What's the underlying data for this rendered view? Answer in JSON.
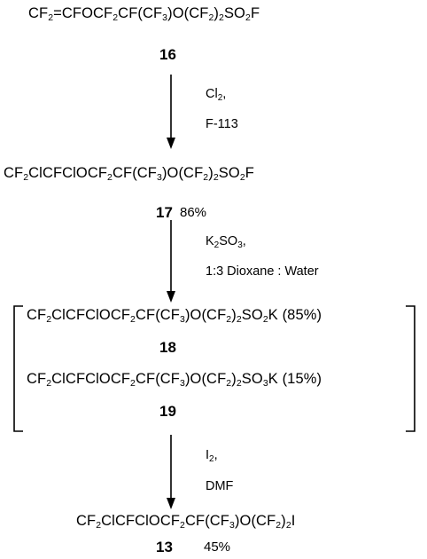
{
  "scheme": {
    "compound16": {
      "formula": [
        [
          "CF",
          "2"
        ],
        [
          "=CFOCF",
          "2"
        ],
        [
          "CF(CF",
          "3"
        ],
        [
          ")O(CF",
          "2"
        ],
        [
          ")",
          "2"
        ],
        [
          "SO",
          "2"
        ],
        [
          "F",
          ""
        ]
      ],
      "label": "16"
    },
    "step1": {
      "reagent1": [
        [
          "Cl",
          "2"
        ],
        [
          ",",
          ""
        ]
      ],
      "reagent2": "F-113"
    },
    "compound17": {
      "formula": [
        [
          "CF",
          "2"
        ],
        [
          "ClCFClOCF",
          "2"
        ],
        [
          "CF(CF",
          "3"
        ],
        [
          ")O(CF",
          "2"
        ],
        [
          ")",
          "2"
        ],
        [
          "SO",
          "2"
        ],
        [
          "F",
          ""
        ]
      ],
      "label": "17",
      "yield": "86%"
    },
    "step2": {
      "reagent1": [
        [
          "K",
          "2"
        ],
        [
          "SO",
          "3"
        ],
        [
          ",",
          ""
        ]
      ],
      "reagent2": "1:3 Dioxane : Water"
    },
    "compound18": {
      "formula": [
        [
          "CF",
          "2"
        ],
        [
          "ClCFClOCF",
          "2"
        ],
        [
          "CF(CF",
          "3"
        ],
        [
          ")O(CF",
          "2"
        ],
        [
          ")",
          "2"
        ],
        [
          "SO",
          "2"
        ],
        [
          "K (85%)",
          ""
        ]
      ],
      "label": "18"
    },
    "compound19": {
      "formula": [
        [
          "CF",
          "2"
        ],
        [
          "ClCFClOCF",
          "2"
        ],
        [
          "CF(CF",
          "3"
        ],
        [
          ")O(CF",
          "2"
        ],
        [
          ")",
          "2"
        ],
        [
          "SO",
          "3"
        ],
        [
          "K (15%)",
          ""
        ]
      ],
      "label": "19"
    },
    "step3": {
      "reagent1": [
        [
          "I",
          "2"
        ],
        [
          ",",
          ""
        ]
      ],
      "reagent2": "DMF"
    },
    "compound13": {
      "formula": [
        [
          "CF",
          "2"
        ],
        [
          "ClCFClOCF",
          "2"
        ],
        [
          "CF(CF",
          "3"
        ],
        [
          ")O(CF",
          "2"
        ],
        [
          ")",
          "2"
        ],
        [
          "I",
          ""
        ]
      ],
      "label": "13",
      "yield": "45%"
    }
  }
}
